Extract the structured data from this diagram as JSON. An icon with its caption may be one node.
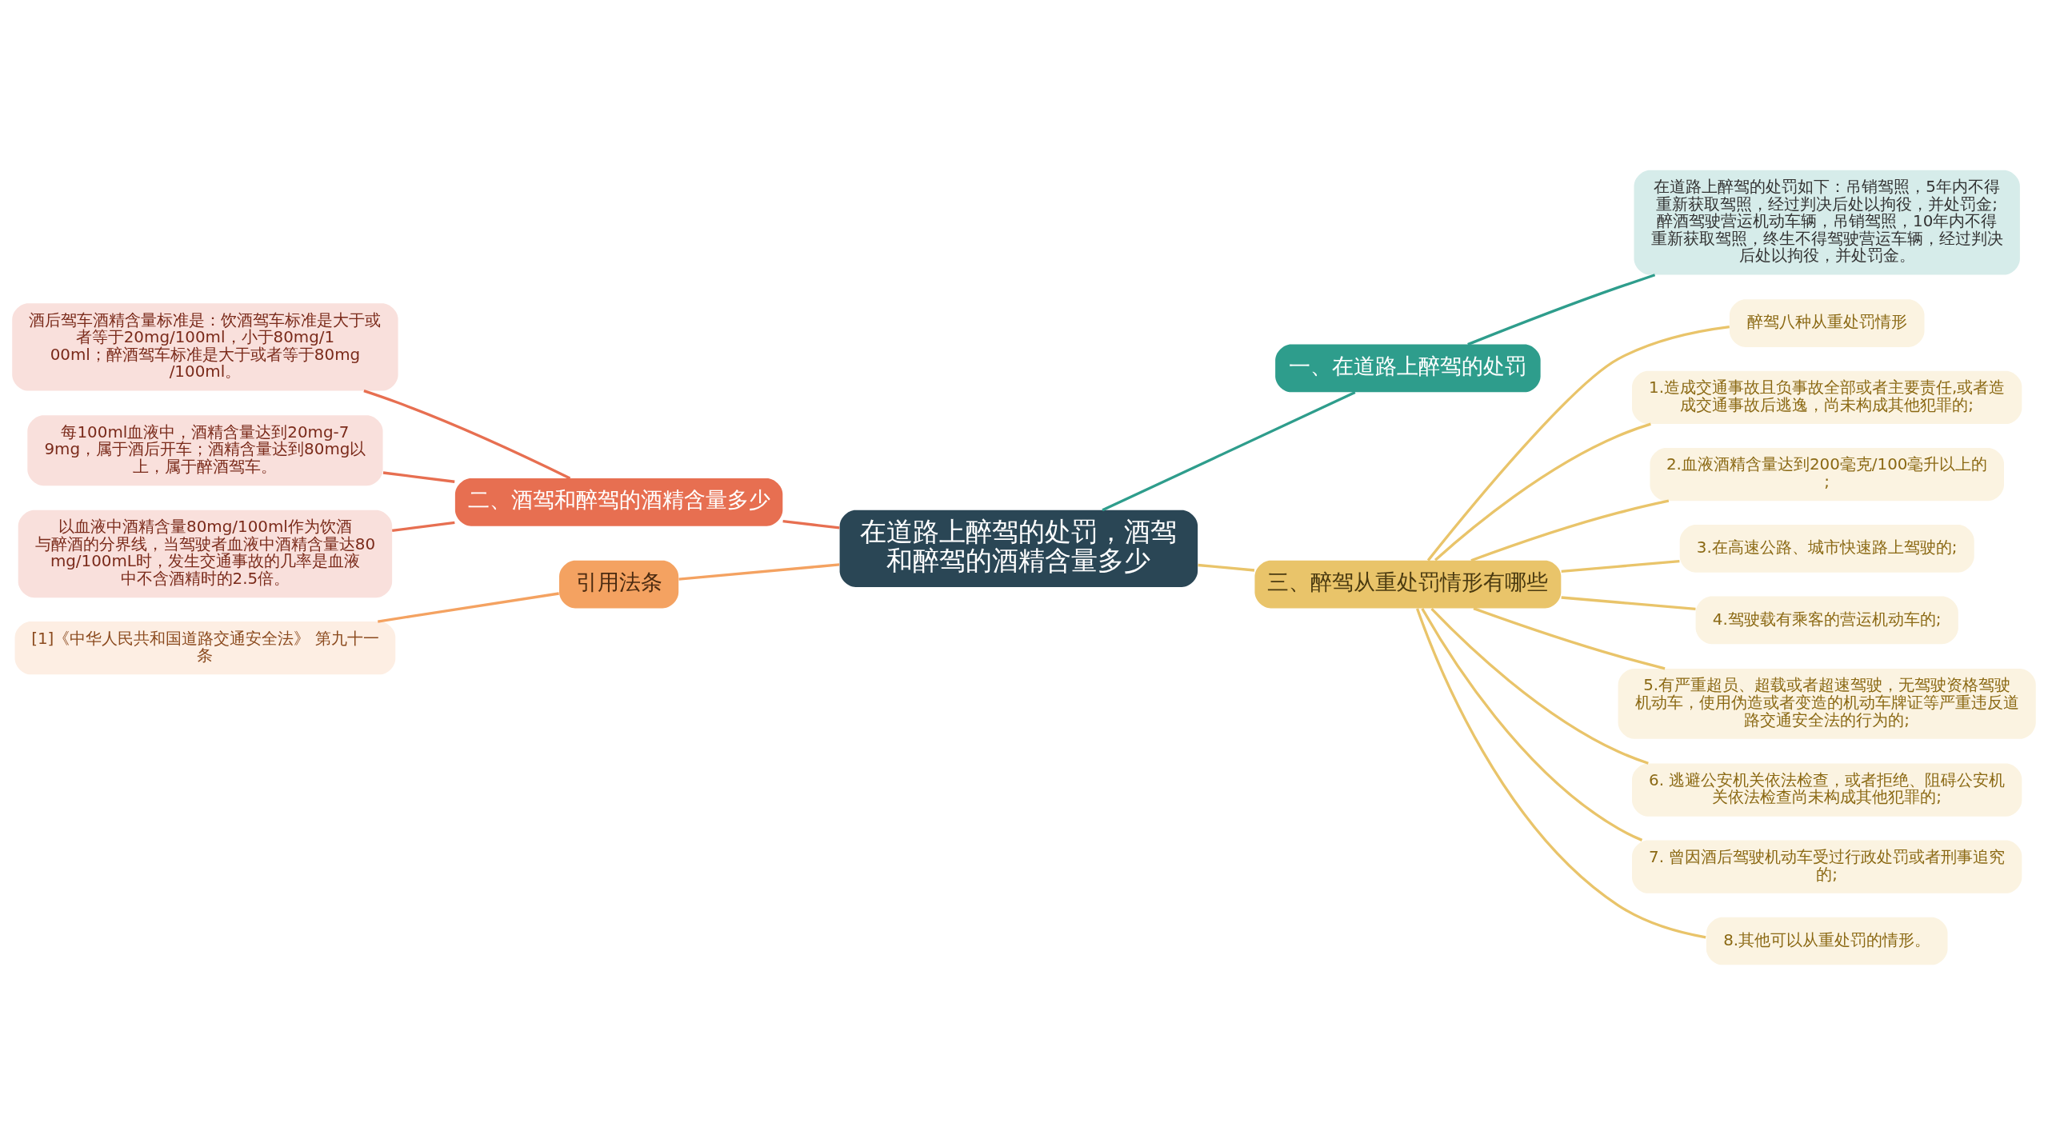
{
  "diagram": {
    "nodes": [
      {
        "text": [
          "在道路上醉驾的处罚，酒驾和醉驾的酒精含量多少"
        ]
      },
      {
        "text": [
          "一、在道路上醉驾的处罚"
        ]
      },
      {
        "text": [
          "在道路上醉驾的处罚如下：吊销驾照，5年内不得重新获取驾照，经过判决后处以拘役，并处罚金;醉酒驾驶营运机动车辆，吊销驾照，10年内不得重新获取驾照，终生不得驾驶营运车辆，经过判决后处以拘役，并处罚金。"
        ]
      },
      {
        "text": [
          "三、醉驾从重处罚情形有哪些"
        ]
      },
      {
        "text": [
          "醉驾八种从重处罚情形"
        ]
      },
      {
        "text": [
          "1.造成交通事故且负事故全部或者主要责任,或者造成交通事故后逃逸，尚未构成其他犯罪的;"
        ]
      },
      {
        "text": [
          "2.血液酒精含量达到200毫克/100毫升以上的;"
        ]
      },
      {
        "text": [
          "3.在高速公路、城市快速路上驾驶的;"
        ]
      },
      {
        "text": [
          "4.驾驶载有乘客的营运机动车的;"
        ]
      },
      {
        "text": [
          "5.有严重超员、超载或者超速驾驶，无驾驶资格驾驶机动车，使用伪造或者变造的机动车牌证等严重违反道路交通安全法的行为的;"
        ]
      },
      {
        "text": [
          "6. 逃避公安机关依法检查，或者拒绝、阻碍公安机关依法检查尚未构成其他犯罪的;"
        ]
      },
      {
        "text": [
          "7. 曾因酒后驾驶机动车受过行政处罚或者刑事追究的;"
        ]
      },
      {
        "text": [
          "8.其他可以从重处罚的情形。"
        ]
      },
      {
        "text": [
          "二、酒驾和醉驾的酒精含量多少"
        ]
      },
      {
        "text": [
          "酒后驾车酒精含量标准是：饮酒驾车标准是大于或者等于20mg/100ml，小于80mg/100ml；醉酒驾车标准是大于或者等于80mg/100ml。"
        ]
      },
      {
        "text": [
          "每100ml血液中，酒精含量达到20mg-79mg，属于酒后开车；酒精含量达到80mg以上，属于醉酒驾车。"
        ]
      },
      {
        "text": [
          "以血液中酒精含量80mg/100ml作为饮酒与醉酒的分界线，当驾驶者血液中酒精含量达80mg/100mL时，发生交通事故的几率是血液中不含酒精时的2.5倍。"
        ]
      },
      {
        "text": [
          "引用法条"
        ]
      },
      {
        "text": [
          "[1]《中华人民共和国道路交通安全法》 第九十一条"
        ]
      }
    ],
    "edges": [
      {
        "from": 0,
        "to": 1,
        "arrow": "none",
        "color": "#2e9d8c"
      },
      {
        "from": 1,
        "to": 2,
        "arrow": "none",
        "color": "#2e9d8c"
      },
      {
        "from": 0,
        "to": 3,
        "arrow": "none"
      },
      {
        "from": 3,
        "to": 4,
        "arrow": "none"
      },
      {
        "from": 3,
        "to": 5,
        "arrow": "none"
      },
      {
        "from": 3,
        "to": 6,
        "arrow": "none"
      },
      {
        "from": 3,
        "to": 7,
        "arrow": "none"
      },
      {
        "from": 3,
        "to": 8,
        "arrow": "none"
      },
      {
        "from": 3,
        "to": 9,
        "arrow": "none"
      },
      {
        "from": 3,
        "to": 10,
        "arrow": "none"
      },
      {
        "from": 3,
        "to": 11,
        "arrow": "none"
      },
      {
        "from": 3,
        "to": 12,
        "arrow": "none"
      },
      {
        "from": 0,
        "to": 13,
        "arrow": "none",
        "color": "#e76f51"
      },
      {
        "from": 13,
        "to": 14,
        "arrow": "none",
        "color": "#e76f51"
      },
      {
        "from": 13,
        "to": 15,
        "arrow": "none",
        "color": "#e76f51"
      },
      {
        "from": 13,
        "to": 16,
        "arrow": "none",
        "color": "#e76f51"
      },
      {
        "from": 0,
        "to": 17,
        "arrow": "none",
        "color": "#f4a261"
      },
      {
        "from": 17,
        "to": 18,
        "arrow": "none",
        "color": "#f4a261"
      }
    ]
  }
}
